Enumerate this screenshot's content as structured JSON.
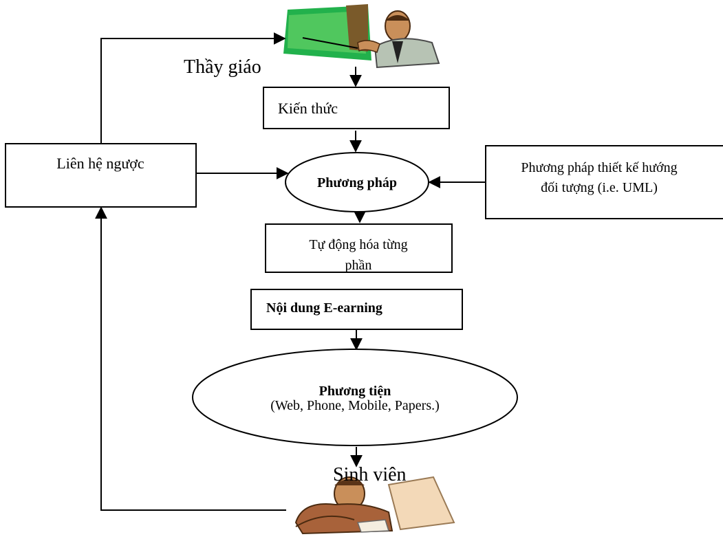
{
  "diagram": {
    "teacher_label": "Thầy giáo",
    "knowledge_label": "Kiến thức",
    "feedback_label": "Liên hệ ngược",
    "method_label": "Phương pháp",
    "oo_design": {
      "line1": "Phương pháp thiết kế hướng",
      "line2": "đối tượng (i.e. UML)"
    },
    "automation": {
      "line1": "Tự động hóa từng",
      "line2": "phần"
    },
    "content_label": "Nội dung E-earning",
    "means": {
      "title": "Phương tiện",
      "subtitle": "(Web, Phone, Mobile, Papers.)"
    },
    "student_label": "Sinh viên"
  },
  "icons": {
    "teacher": "teacher-at-board-icon",
    "student": "student-at-computer-icon"
  }
}
